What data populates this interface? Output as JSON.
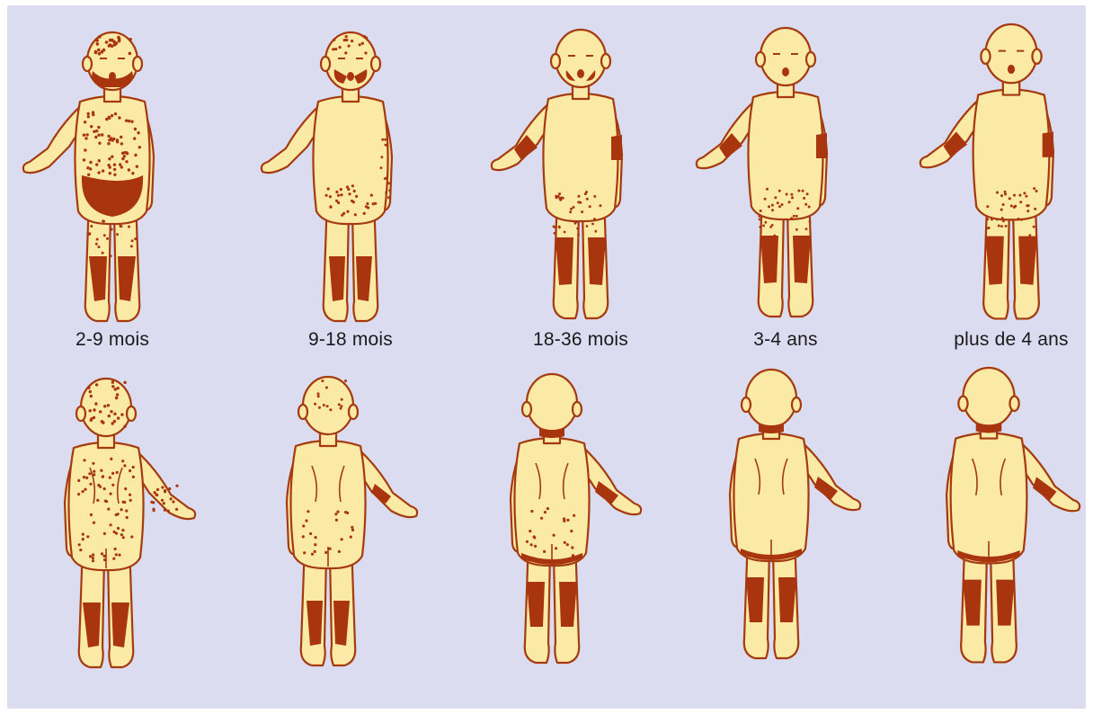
{
  "colors": {
    "background": "#dcdcf0",
    "skin": "#fbe9a6",
    "outline": "#a53a0e",
    "lesion": "#a8350e",
    "text": "#1a1a1a"
  },
  "stages": [
    {
      "label": "2-9 mois"
    },
    {
      "label": "9-18 mois"
    },
    {
      "label": "18-36 mois"
    },
    {
      "label": "3-4 ans"
    },
    {
      "label": "plus de 4 ans"
    }
  ]
}
